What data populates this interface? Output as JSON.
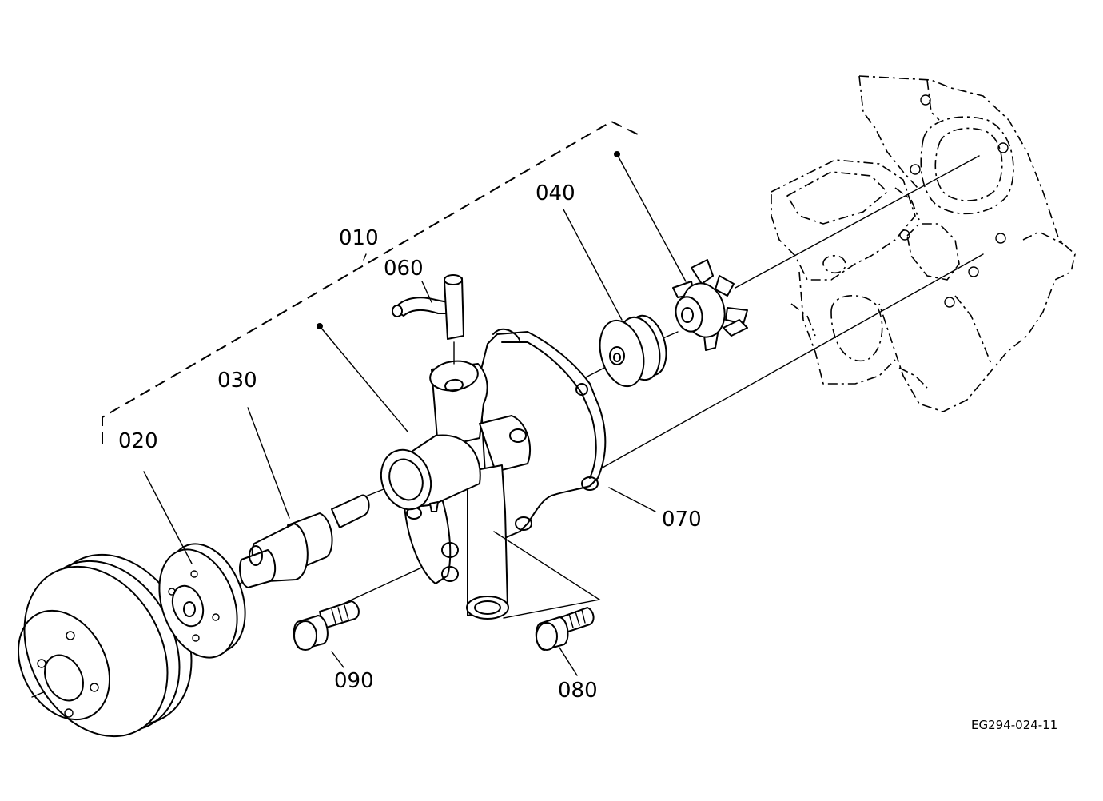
{
  "drawing_code": "EG294-024-11",
  "callouts": [
    {
      "id": "010",
      "label": "010"
    },
    {
      "id": "020",
      "label": "020"
    },
    {
      "id": "030",
      "label": "030"
    },
    {
      "id": "040",
      "label": "040"
    },
    {
      "id": "060",
      "label": "060"
    },
    {
      "id": "070",
      "label": "070"
    },
    {
      "id": "080",
      "label": "080"
    },
    {
      "id": "090",
      "label": "090"
    }
  ]
}
